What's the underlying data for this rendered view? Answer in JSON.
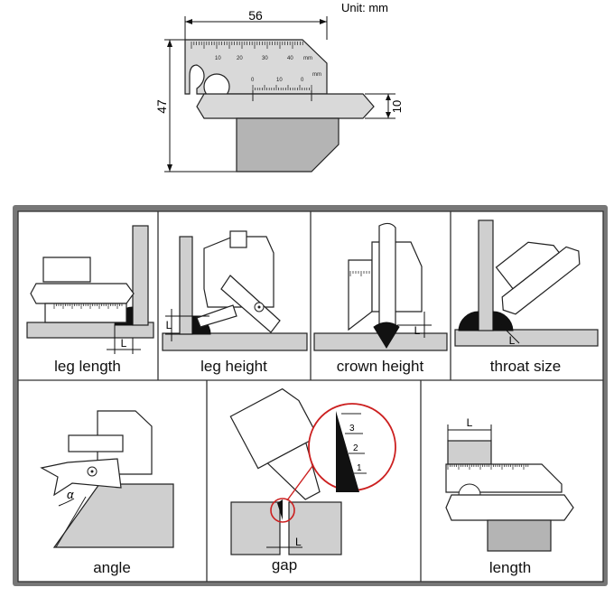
{
  "top_drawing": {
    "unit_label": "Unit: mm",
    "width_dim": "56",
    "height_dim": "47",
    "slider_dim": "10",
    "upper_scale": {
      "labels": [
        "10",
        "20",
        "30",
        "40"
      ],
      "unit": "mm"
    },
    "lower_scale": {
      "labels": [
        "0",
        "10",
        "0"
      ],
      "unit": "mm"
    }
  },
  "panels": [
    {
      "caption": "leg length",
      "marker": "L"
    },
    {
      "caption": "leg height",
      "marker": "L"
    },
    {
      "caption": "crown height",
      "marker": "L"
    },
    {
      "caption": "throat size",
      "marker": "L"
    },
    {
      "caption": "angle",
      "marker": "α"
    },
    {
      "caption": "gap",
      "marker": "L",
      "zoom_labels": [
        "3",
        "2",
        "1"
      ]
    },
    {
      "caption": "length",
      "marker": "L"
    }
  ],
  "colors": {
    "metal": "#d9d9d9",
    "plate": "#cfcfcf",
    "zoom_circle": "#cc2020"
  }
}
